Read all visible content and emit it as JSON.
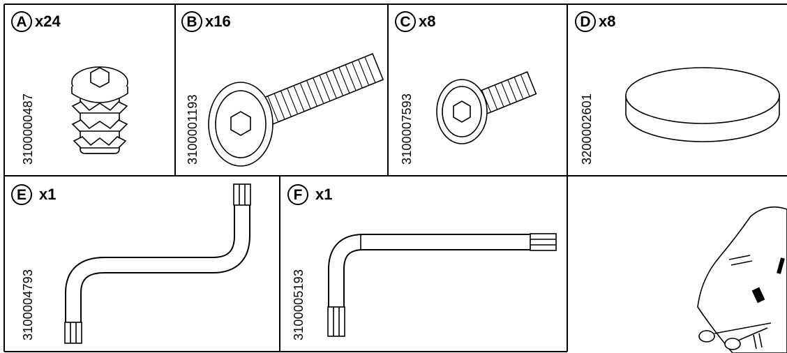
{
  "parts": [
    {
      "letter": "A",
      "qty": "x24",
      "part_number": "3100000487"
    },
    {
      "letter": "B",
      "qty": "x16",
      "part_number": "3100001193"
    },
    {
      "letter": "C",
      "qty": "x8",
      "part_number": "3100007593"
    },
    {
      "letter": "D",
      "qty": "x8",
      "part_number": "3200002601"
    },
    {
      "letter": "E",
      "qty": "x1",
      "part_number": "3100004793"
    },
    {
      "letter": "F",
      "qty": "x1",
      "part_number": "3100005193"
    }
  ],
  "icons": {
    "A": "threaded-insert-icon",
    "B": "long-bolt-icon",
    "C": "short-bolt-icon",
    "D": "round-pad-icon",
    "E": "s-shaped-hex-key-icon",
    "F": "l-shaped-hex-key-icon",
    "extra": "bag-and-scissors-icon"
  }
}
